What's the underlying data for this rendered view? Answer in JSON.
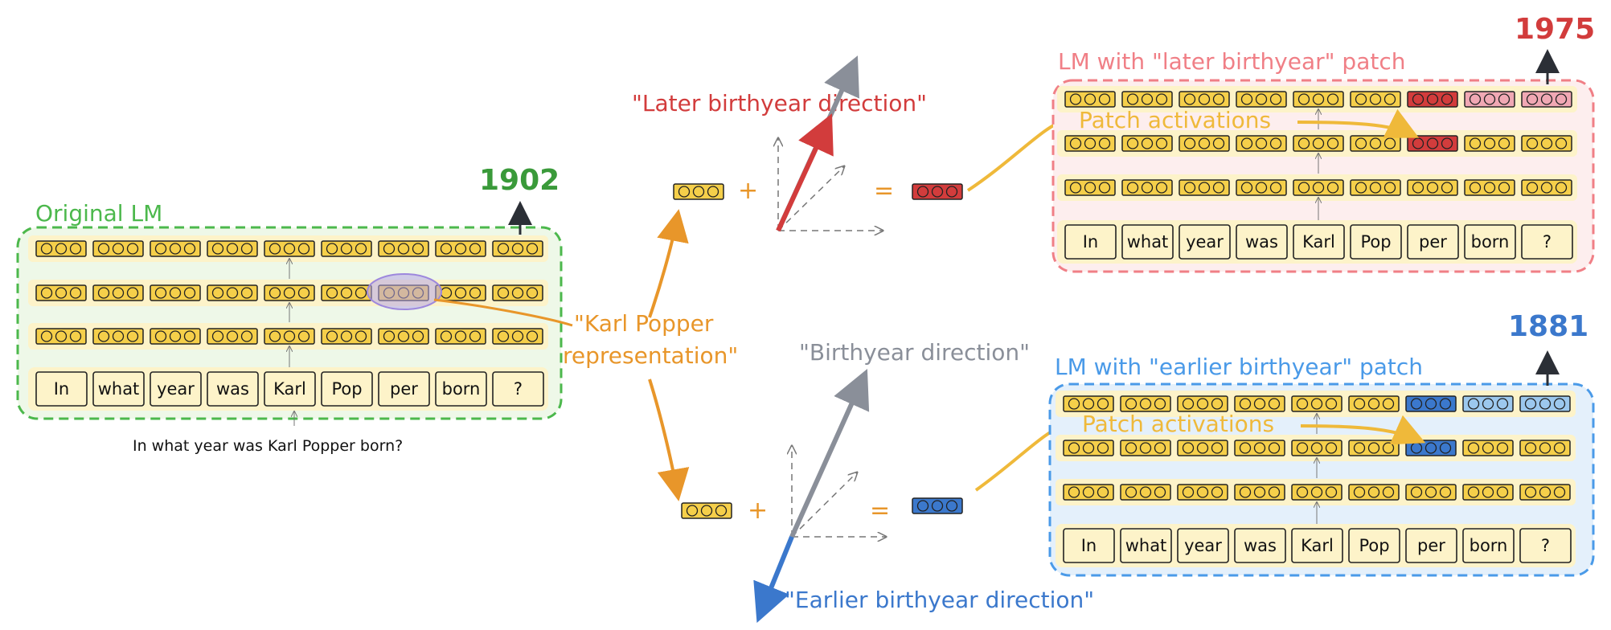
{
  "tokens": [
    "In",
    "what",
    "year",
    "was",
    "Karl",
    "Pop",
    "per",
    "born",
    "?"
  ],
  "original": {
    "title": "Original LM",
    "output": "1902",
    "caption": "In what year was Karl Popper born?"
  },
  "later": {
    "title": "LM with \"later birthyear\" patch",
    "output": "1975",
    "patch_label": "Patch activations",
    "direction_label": "\"Later birthyear direction\""
  },
  "earlier": {
    "title": "LM with \"earlier birthyear\" patch",
    "output": "1881",
    "patch_label": "Patch activations",
    "direction_label": "\"Earlier birthyear direction\""
  },
  "center": {
    "representation_line1": "\"Karl Popper",
    "representation_line2": "representation\"",
    "birthyear_label": "\"Birthyear direction\"",
    "plus": "+",
    "equals": "="
  },
  "colors": {
    "yellow_cell": "#f5cf4a",
    "yellow_row": "#fdf3c9",
    "green": "#4cb84c",
    "red": "#d23c3c",
    "pink": "#f0a8b4",
    "blue": "#3b78cc",
    "light_blue": "#9cc8ee",
    "orange": "#e8962a",
    "gold": "#efb93a",
    "gray": "#8a8f99",
    "purple": "#b7a6e6"
  }
}
